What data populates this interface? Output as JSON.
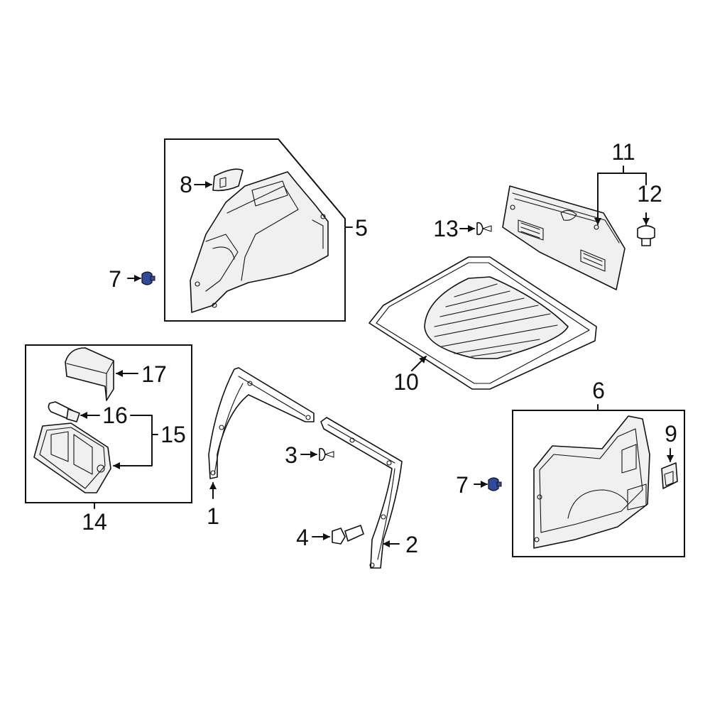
{
  "diagram": {
    "accent_color": "#2f4a9e",
    "callouts": {
      "c1": "1",
      "c2": "2",
      "c3": "3",
      "c4": "4",
      "c5": "5",
      "c6": "6",
      "c7a": "7",
      "c7b": "7",
      "c8": "8",
      "c9": "9",
      "c10": "10",
      "c11": "11",
      "c12": "12",
      "c13": "13",
      "c14": "14",
      "c15": "15",
      "c16": "16",
      "c17": "17"
    }
  }
}
